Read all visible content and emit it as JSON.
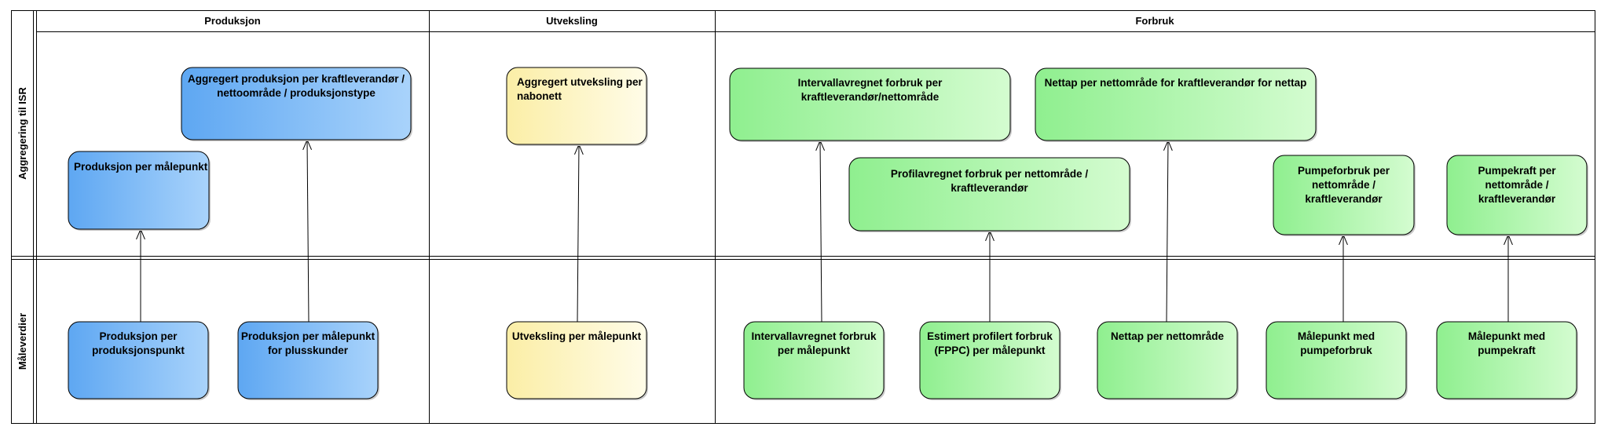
{
  "columns": {
    "produksjon": "Produksjon",
    "utveksling": "Utveksling",
    "forbruk": "Forbruk"
  },
  "rows": {
    "aggregering": "Aggregering til ISR",
    "maleverdier": "Måleverdier"
  },
  "colors": {
    "blue": "#5EA7F2",
    "yellow": "#FCF3B4",
    "green": "#8FEF8F"
  },
  "nodes": {
    "agg_prod": [
      "Aggregert produksjon per kraftleverandør /",
      "nettoområde / produksjonstype"
    ],
    "prod_malepunkt": [
      "Produksjon per målepunkt"
    ],
    "prod_produksjonspunkt": [
      "Produksjon per",
      "produksjonspunkt"
    ],
    "prod_plusskunder": [
      "Produksjon per målepunkt",
      "for plusskunder"
    ],
    "agg_utveksling": [
      "Aggregert utveksling per",
      "nabonett"
    ],
    "utveksling_malepunkt": [
      "Utveksling per målepunkt"
    ],
    "intervall_agg": [
      "Intervallavregnet forbruk per",
      "kraftleverandør/nettområde"
    ],
    "nettap_agg": [
      "Nettap per nettområde for kraftleverandør for nettap"
    ],
    "profil_agg": [
      "Profilavregnet forbruk per nettområde /",
      "kraftleverandør"
    ],
    "pumpeforbruk_agg": [
      "Pumpeforbruk per",
      "nettområde /",
      "kraftleverandør"
    ],
    "pumpekraft_agg": [
      "Pumpekraft per",
      "nettområde /",
      "kraftleverandør"
    ],
    "intervall_malepunkt": [
      "Intervallavregnet forbruk",
      "per målepunkt"
    ],
    "estimert": [
      "Estimert profilert forbruk",
      "(FPPC) per målepunkt"
    ],
    "nettap_nettomrade": [
      "Nettap per nettområde"
    ],
    "malepunkt_pumpeforbruk": [
      "Målepunkt med",
      "pumpeforbruk"
    ],
    "malepunkt_pumpekraft": [
      "Målepunkt med",
      "pumpekraft"
    ]
  }
}
